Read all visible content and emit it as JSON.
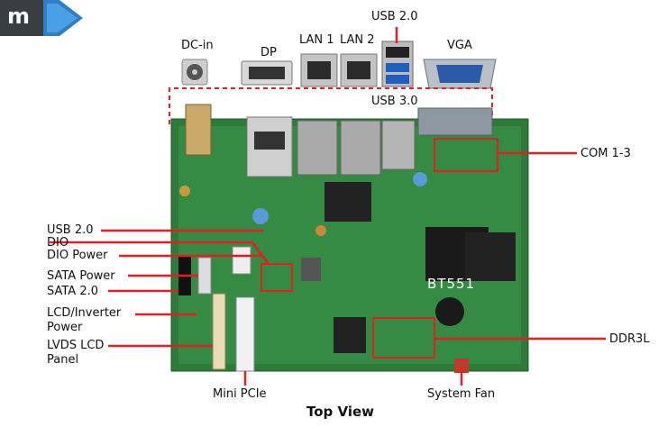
{
  "logo": {
    "text": "m"
  },
  "connectors_top": {
    "dc_in": "DC-in",
    "dp": "DP",
    "lan1": "LAN 1",
    "lan2": "LAN 2",
    "usb20": "USB 2.0",
    "vga": "VGA",
    "usb30": "USB 3.0"
  },
  "callouts_left": {
    "usb20": "USB 2.0",
    "dio": "DIO",
    "dio_power": "DIO Power",
    "sata_power": "SATA Power",
    "sata20": "SATA 2.0",
    "lcd_inverter_l1": "LCD/Inverter",
    "lcd_inverter_l2": "Power",
    "lvds_l1": "LVDS LCD",
    "lvds_l2": "Panel"
  },
  "callouts_right": {
    "com": "COM 1-3",
    "ddr3l": "DDR3L"
  },
  "callouts_bottom": {
    "mini_pcie": "Mini PCIe",
    "system_fan": "System Fan"
  },
  "board_marking": "BT551",
  "caption": "Top View"
}
